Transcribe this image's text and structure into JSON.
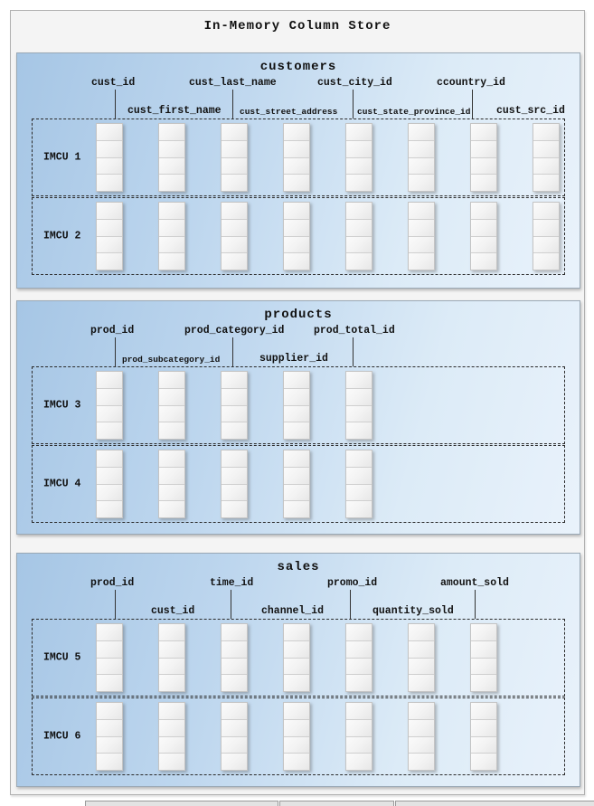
{
  "title": "In-Memory Column Store",
  "cells_per_column": 4,
  "colors": {
    "panel_blue_dark": "#a6c6e5",
    "panel_blue_light": "#e9f2fb",
    "container_gray": "#f4f4f4",
    "cell_gray": "#efefef",
    "text": "#111111"
  },
  "tables": [
    {
      "name": "customers",
      "row1_labels": [
        "cust_id",
        "cust_last_name",
        "cust_city_id",
        "ccountry_id"
      ],
      "row2_labels": [
        "cust_first_name",
        "cust_street_address",
        "cust_state_province_id",
        "cust_src_id"
      ],
      "imcus": [
        {
          "label": "IMCU 1",
          "columns": 8
        },
        {
          "label": "IMCU 2",
          "columns": 8
        }
      ]
    },
    {
      "name": "products",
      "row1_labels": [
        "prod_id",
        "prod_category_id",
        "prod_total_id"
      ],
      "row2_labels": [
        "prod_subcategory_id",
        "supplier_id"
      ],
      "imcus": [
        {
          "label": "IMCU 3",
          "columns": 5
        },
        {
          "label": "IMCU 4",
          "columns": 5
        }
      ]
    },
    {
      "name": "sales",
      "row1_labels": [
        "prod_id",
        "time_id",
        "promo_id",
        "amount_sold"
      ],
      "row2_labels": [
        "cust_id",
        "channel_id",
        "quantity_sold"
      ],
      "imcus": [
        {
          "label": "IMCU 5",
          "columns": 7
        },
        {
          "label": "IMCU 6",
          "columns": 7
        }
      ]
    }
  ]
}
